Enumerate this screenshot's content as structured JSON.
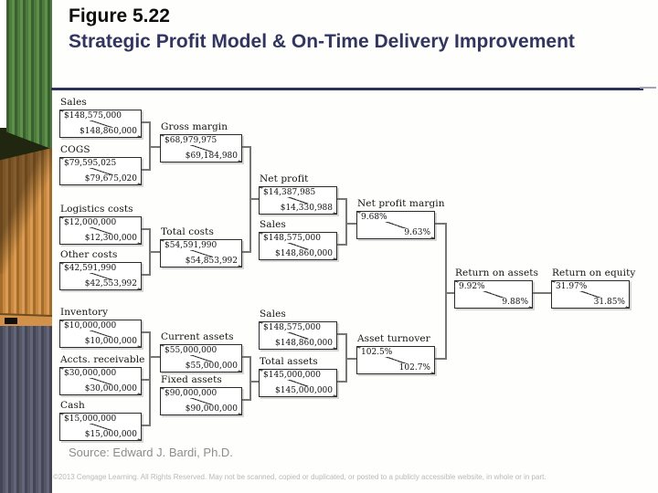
{
  "slide": {
    "title_figure": "Figure 5.22",
    "title_text": "Strategic Profit Model & On-Time Delivery Improvement",
    "source": "Source: Edward J. Bardi, Ph.D.",
    "copyright": "©2013 Cengage Learning. All Rights Reserved. May not be scanned, copied or duplicated, or posted to a publicly accessible website, in whole or in part.",
    "colors": {
      "title_navy": "#31355f",
      "rule_navy": "#2d3157",
      "box_border": "#2b2b2b",
      "connector_gray": "#767676",
      "container_green": "#4d7c3e",
      "container_orange": "#c8893f",
      "container_slate": "#555766"
    }
  },
  "diagram": {
    "description": "Strategic Profit Model flow: each box shows value before (top-left) and after (bottom-right) on-time delivery improvement",
    "nodes": [
      {
        "id": "sales-top",
        "label": "Sales",
        "before": "$148,575,000",
        "after": "$148,860,000"
      },
      {
        "id": "cogs",
        "label": "COGS",
        "before": "$79,595,025",
        "after": "$79,675,020"
      },
      {
        "id": "gross-margin",
        "label": "Gross margin",
        "before": "$68,979,975",
        "after": "$69,184,980"
      },
      {
        "id": "logistics-costs",
        "label": "Logistics costs",
        "before": "$12,000,000",
        "after": "$12,300,000"
      },
      {
        "id": "other-costs",
        "label": "Other costs",
        "before": "$42,591,990",
        "after": "$42,553,992"
      },
      {
        "id": "total-costs",
        "label": "Total costs",
        "before": "$54,591,990",
        "after": "$54,853,992"
      },
      {
        "id": "net-profit",
        "label": "Net profit",
        "before": "$14,387,985",
        "after": "$14,330,988"
      },
      {
        "id": "sales-mid",
        "label": "Sales",
        "before": "$148,575,000",
        "after": "$148,860,000"
      },
      {
        "id": "net-profit-margin",
        "label": "Net profit margin",
        "before": "9.68%",
        "after": "9.63%"
      },
      {
        "id": "inventory",
        "label": "Inventory",
        "before": "$10,000,000",
        "after": "$10,000,000"
      },
      {
        "id": "accts-receivable",
        "label": "Accts. receivable",
        "before": "$30,000,000",
        "after": "$30,000,000"
      },
      {
        "id": "cash",
        "label": "Cash",
        "before": "$15,000,000",
        "after": "$15,000,000"
      },
      {
        "id": "current-assets",
        "label": "Current assets",
        "before": "$55,000,000",
        "after": "$55,000,000"
      },
      {
        "id": "fixed-assets",
        "label": "Fixed assets",
        "before": "$90,000,000",
        "after": "$90,000,000"
      },
      {
        "id": "sales-bottom",
        "label": "Sales",
        "before": "$148,575,000",
        "after": "$148,860,000"
      },
      {
        "id": "total-assets",
        "label": "Total assets",
        "before": "$145,000,000",
        "after": "$145,000,000"
      },
      {
        "id": "asset-turnover",
        "label": "Asset turnover",
        "before": "102.5%",
        "after": "102.7%"
      },
      {
        "id": "return-on-assets",
        "label": "Return on assets",
        "before": "9.92%",
        "after": "9.88%"
      },
      {
        "id": "return-on-equity",
        "label": "Return on equity",
        "before": "31.97%",
        "after": "31.85%"
      }
    ]
  }
}
